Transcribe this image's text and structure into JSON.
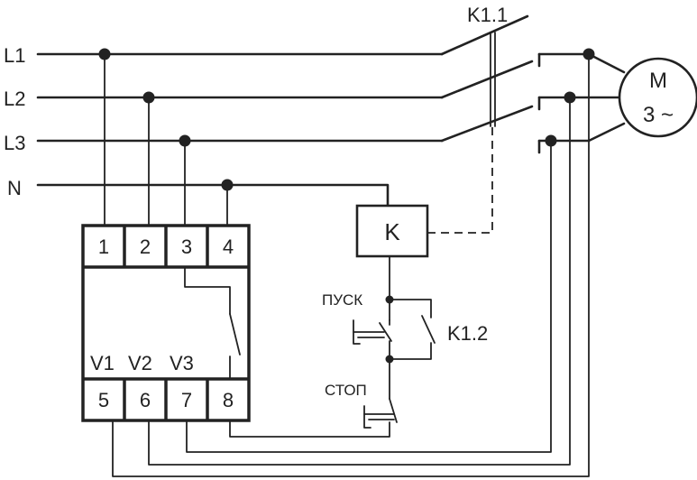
{
  "lines": {
    "l1": "L1",
    "l2": "L2",
    "l3": "L3",
    "n": "N"
  },
  "motor": {
    "top": "M",
    "bottom": "3 ~"
  },
  "contactor": {
    "main_contacts": "K1.1",
    "coil": "K",
    "aux_contact": "K1.2"
  },
  "buttons": {
    "start": "ПУСК",
    "stop": "СТОП"
  },
  "relay": {
    "terminals_top": [
      "1",
      "2",
      "3",
      "4"
    ],
    "terminals_bottom": [
      "5",
      "6",
      "7",
      "8"
    ],
    "inputs": [
      "V1",
      "V2",
      "V3"
    ]
  }
}
